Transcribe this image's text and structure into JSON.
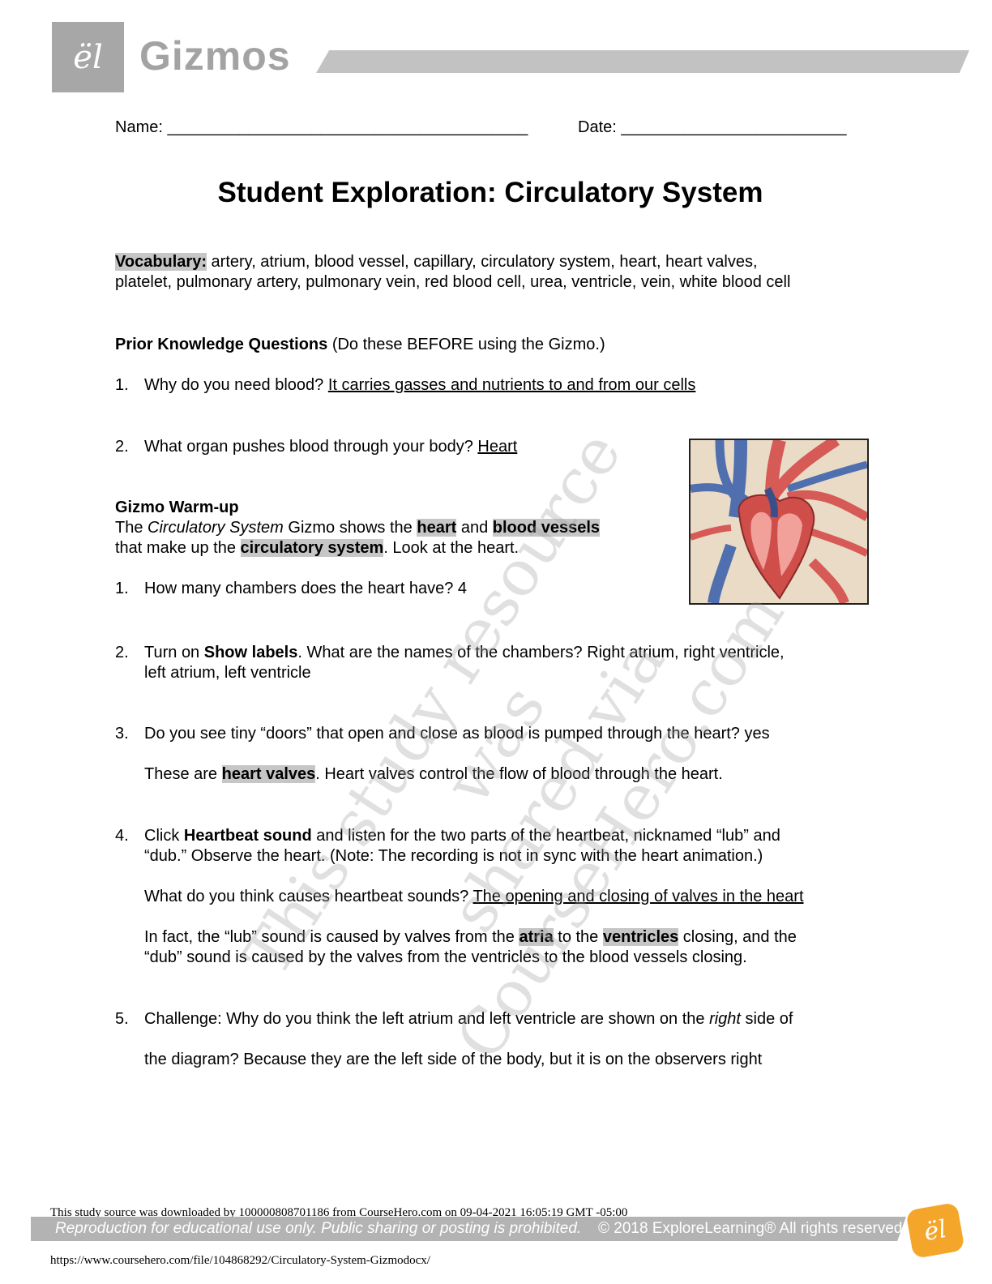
{
  "header": {
    "logo_glyph": "ël",
    "brand": "Gizmos"
  },
  "form": {
    "name_label": "Name: ",
    "name_blank": "________________________________________",
    "date_label": "Date: ",
    "date_blank": "_________________________"
  },
  "title": "Student Exploration: Circulatory System",
  "vocabulary": {
    "label": "Vocabulary:",
    "line1": " artery, atrium, blood vessel, capillary, circulatory system, heart, heart valves,",
    "line2": "platelet, pulmonary artery, pulmonary vein, red blood cell, urea, ventricle, vein, white blood cell"
  },
  "prior": {
    "heading": "Prior Knowledge Questions",
    "note": " (Do these BEFORE using the Gizmo.)",
    "q1": {
      "num": "1.",
      "text": "Why do you need blood? ",
      "answer": "It carries gasses and nutrients to and from our cells"
    },
    "q2": {
      "num": "2.",
      "text": "What organ pushes blood through your body? ",
      "answer": "Heart"
    }
  },
  "warmup": {
    "heading": "Gizmo Warm-up",
    "intro_1": "The ",
    "intro_gizmo": "Circulatory System",
    "intro_2": " Gizmo shows the ",
    "intro_heart": "heart",
    "intro_3": " and ",
    "intro_vessels": "blood vessels",
    "intro_4": "that make up the ",
    "intro_system": "circulatory system",
    "intro_5": ". Look at the heart.",
    "q1": {
      "num": "1.",
      "text": "How many chambers does the heart have? 4"
    },
    "q2": {
      "num": "2.",
      "text_1": "Turn on ",
      "bold": "Show labels",
      "text_2": ". What are the names of the chambers? Right atrium, right ventricle,",
      "line2": "left atrium, left ventricle"
    },
    "q3": {
      "num": "3.",
      "text": "Do you see tiny “doors” that open and close as blood is pumped through the heart? yes",
      "sub_1": "These are ",
      "sub_hl": "heart valves",
      "sub_2": ". Heart valves control the flow of blood through the heart."
    },
    "q4": {
      "num": "4.",
      "text_1": "Click ",
      "bold": "Heartbeat sound",
      "text_2": " and listen for the two parts of the heartbeat, nicknamed “lub” and",
      "line2": "“dub.” Observe the heart. (Note: The recording is not in sync with the heart animation.)",
      "ask": "What do you think causes heartbeat sounds? ",
      "answer": "The opening and closing of valves in the heart",
      "fact_1": "In fact, the “lub” sound is caused by valves from the ",
      "fact_atria": "atria",
      "fact_2": " to the ",
      "fact_ventricles": "ventricles",
      "fact_3": " closing, and the",
      "fact_line2": "“dub” sound is caused by the valves from the ventricles to the blood vessels closing."
    },
    "q5": {
      "num": "5.",
      "text_1": "Challenge: Why do you think the left atrium and left ventricle are shown on the ",
      "italic": "right",
      "text_2": " side of",
      "line2": "the diagram? Because they are the left side of the body, but it is on the observers right"
    }
  },
  "watermark": {
    "line1": "This study resource was",
    "line2": "shared via CourseHero.com"
  },
  "footer": {
    "download_note": "This study source was downloaded by 100000808701186 from CourseHero.com on 09-04-2021 16:05:19 GMT -05:00",
    "left": "Reproduction for educational use only. Public sharing or posting is prohibited.",
    "right": "© 2018 ExploreLearning®   All rights reserved",
    "logo_glyph": "ël",
    "url": "https://www.coursehero.com/file/104868292/Circulatory-System-Gizmodocx/"
  }
}
